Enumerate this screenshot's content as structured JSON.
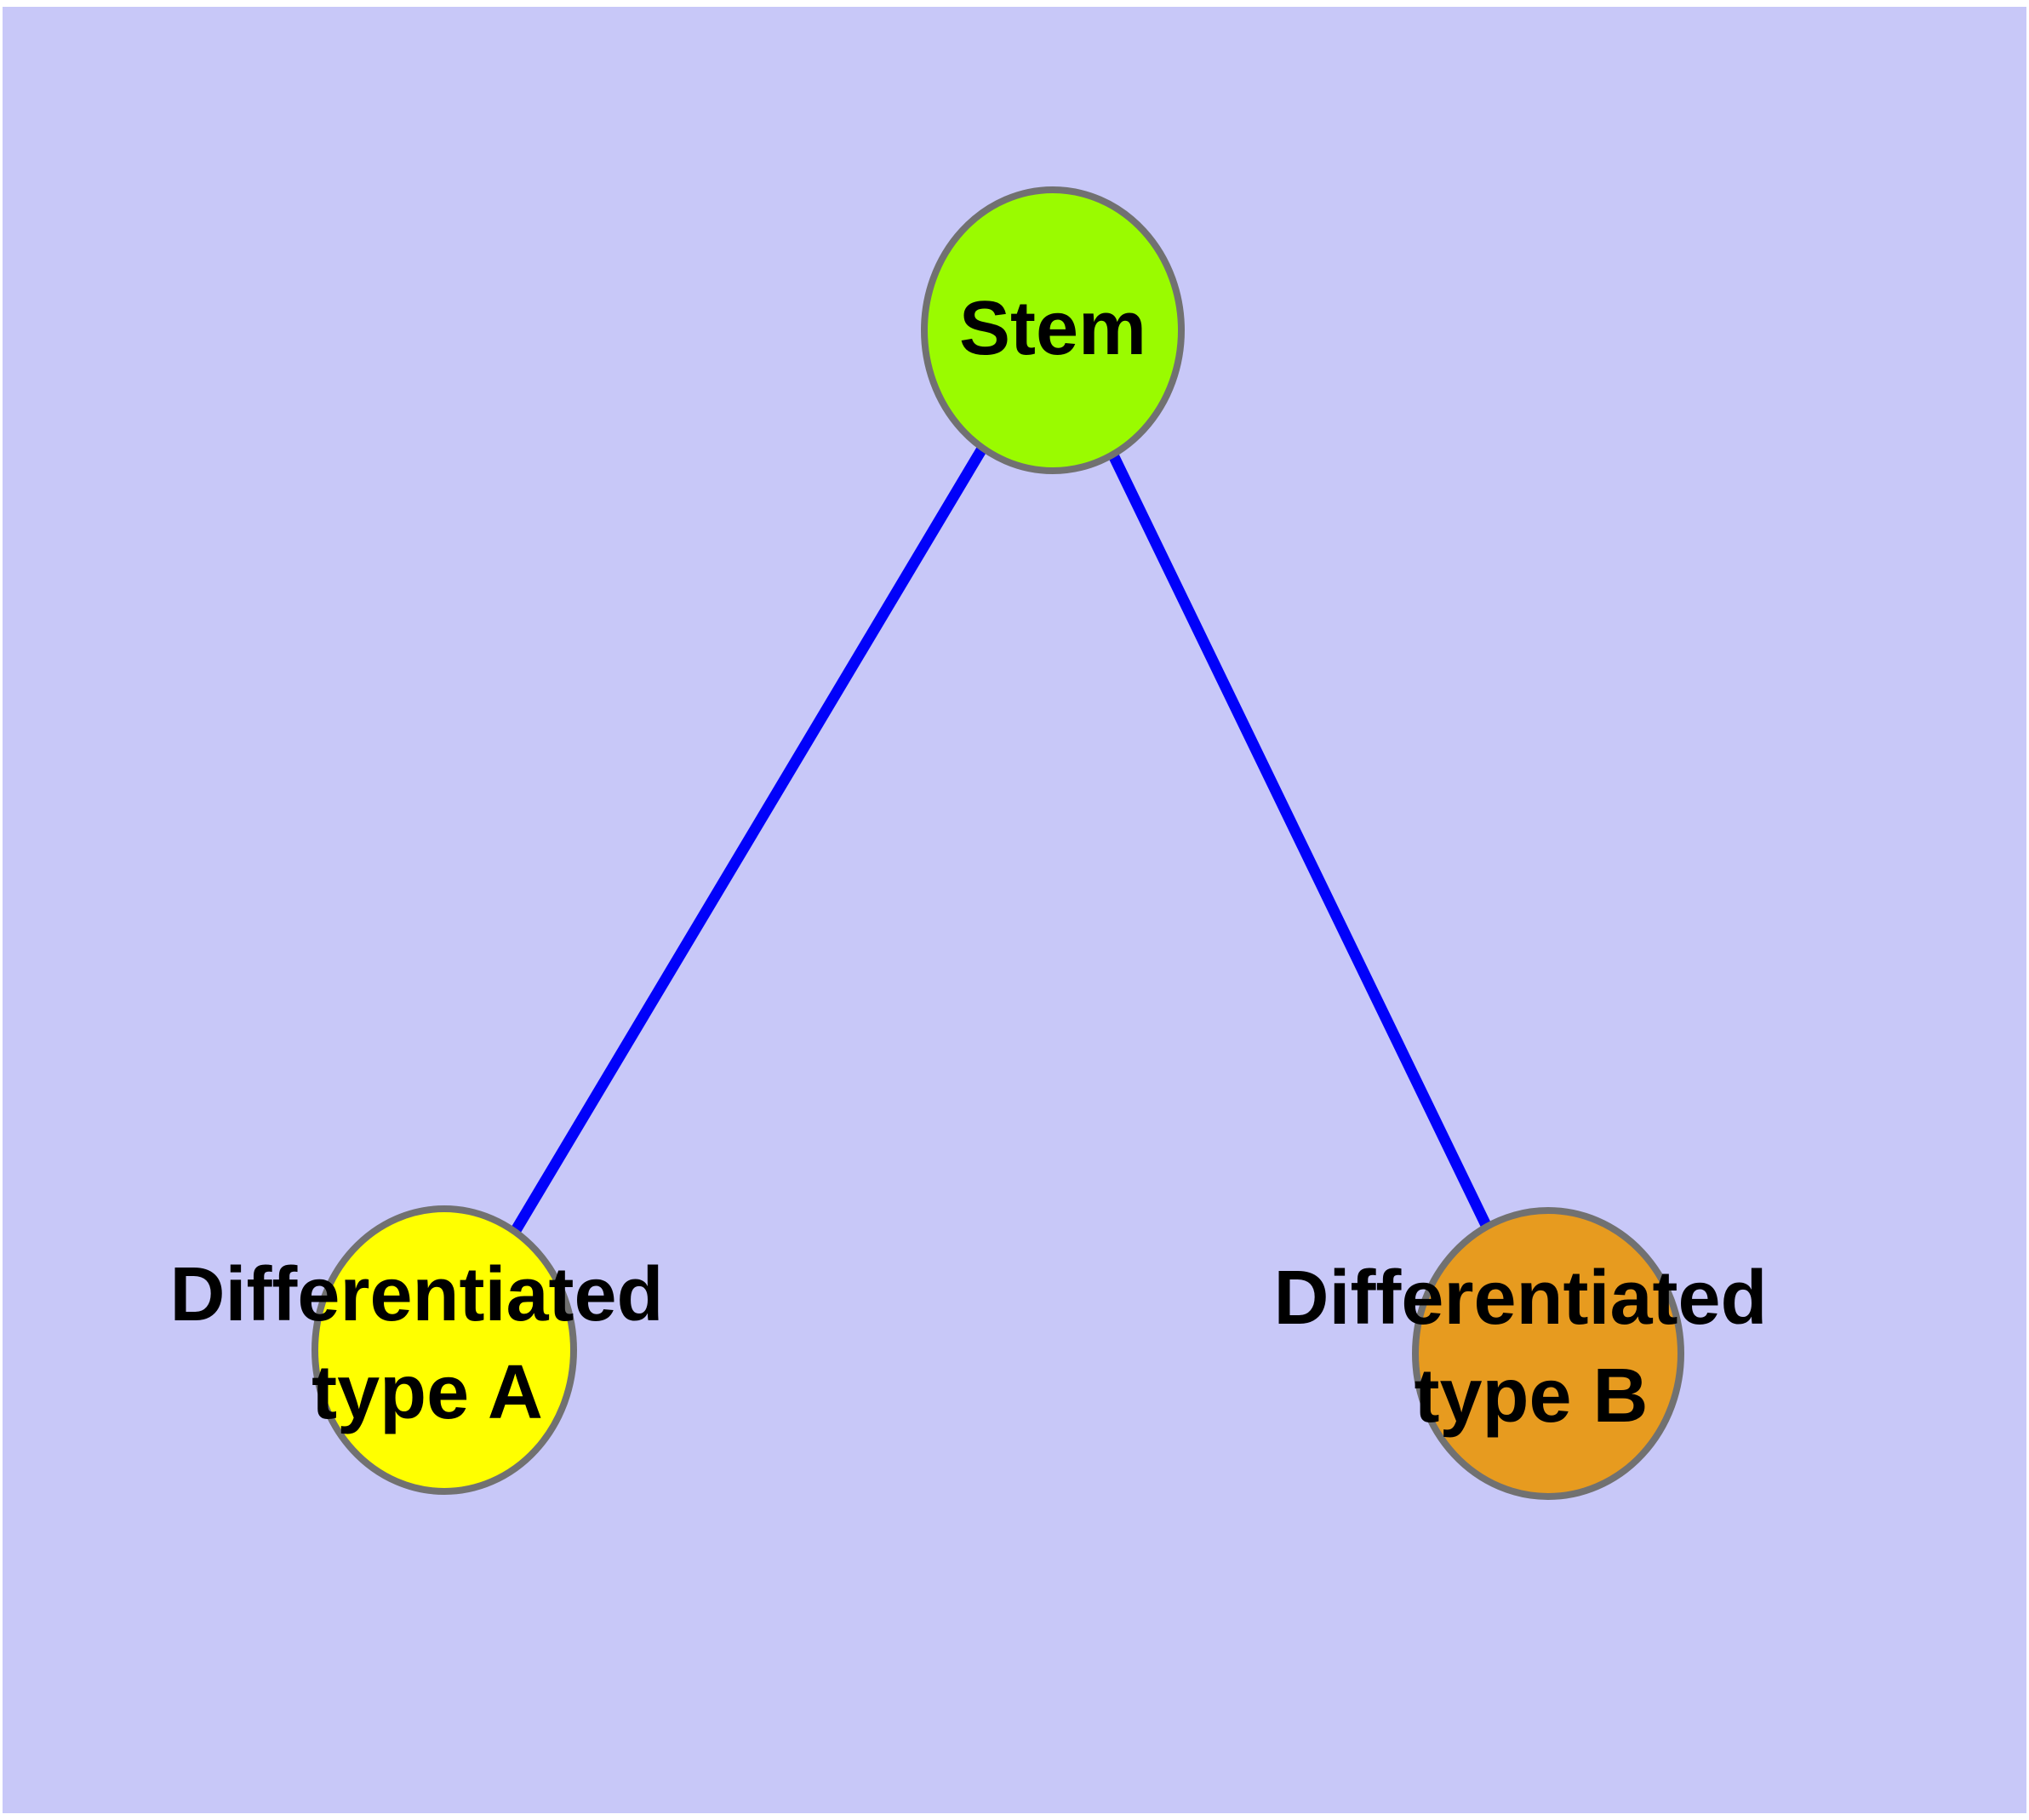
{
  "diagram": {
    "title": "Stem cell differentiation graph",
    "background_color": "#C8C8F8",
    "frame_color": "#FFFFFF",
    "edge_color": "#0101FA",
    "node_border_color": "#717171",
    "text_color": "#000000",
    "nodes": [
      {
        "id": "stem",
        "label": "Stem",
        "fill": "#9AFB00"
      },
      {
        "id": "differentiated-type-a",
        "label_line1": "Differentiated",
        "label_line2": "type A",
        "fill": "#FFFF00"
      },
      {
        "id": "differentiated-type-b",
        "label_line1": "Differentiated",
        "label_line2": "type B",
        "fill": "#E79B1F"
      }
    ],
    "edges": [
      {
        "from": "Stem",
        "to": "Differentiated type A"
      },
      {
        "from": "Stem",
        "to": "Differentiated type B"
      }
    ]
  }
}
